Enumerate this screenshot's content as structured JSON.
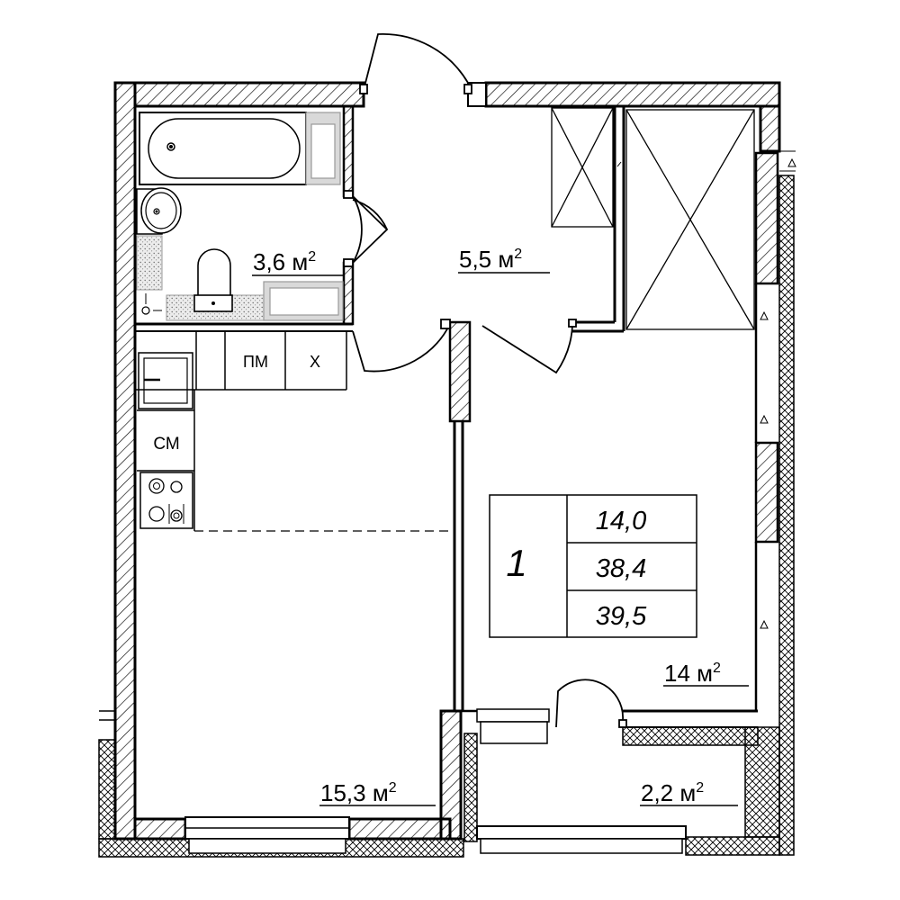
{
  "rooms": {
    "bathroom_area": "3,6 м",
    "hall_area": "5,5 м",
    "bedroom_area": "14 м",
    "kitchen_living_area": "15,3 м",
    "balcony_area": "2,2 м",
    "area_superscript": "2"
  },
  "fixtures": {
    "fridge_label": "ПМ",
    "x_label": "Х",
    "washer_label": "СМ"
  },
  "summary": {
    "rooms_count": "1",
    "living_area": "14,0",
    "total_area": "38,4",
    "total_with_balcony": "39,5"
  },
  "colors": {
    "wall": "#000000",
    "fixture_fill": "#d9d9d9",
    "background": "#ffffff"
  }
}
